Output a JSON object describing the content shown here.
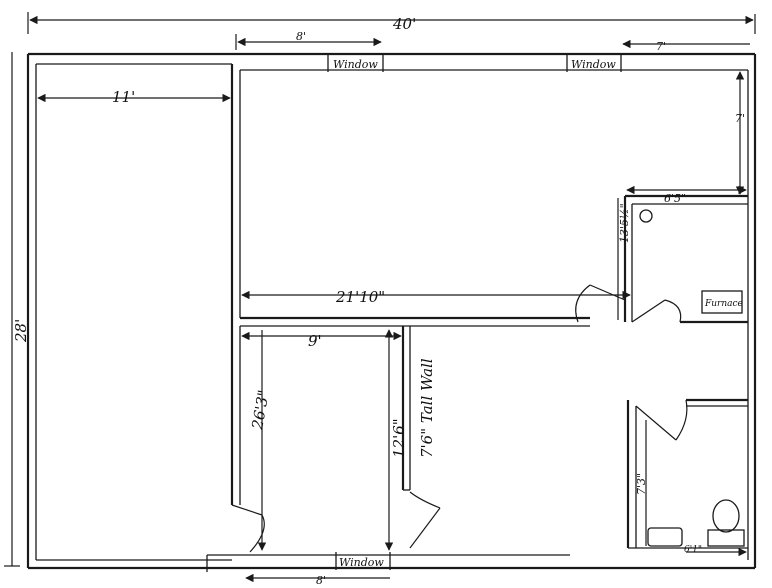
{
  "dimensions": {
    "overall_width": "40'",
    "overall_depth": "28'",
    "left_room_width": "11'",
    "main_to_window": "8'",
    "window_to_right": "7'",
    "main_room_length": "21'10\"",
    "main_room_right": "7'",
    "closet_width": "6'5\"",
    "closet_depth": "13'5½\"",
    "lower_room_width": "9'",
    "lower_room_depth": "26'3\"",
    "hall_length": "12'6\"",
    "bath_depth": "7'3\"",
    "bath_fixture": "6'1\"",
    "bottom_window_offset": "8'"
  },
  "labels": {
    "window_top_left": "Window",
    "window_top_right": "Window",
    "window_bottom": "Window",
    "tall_wall": "7'6\" Tall Wall",
    "furnace": "Furnace"
  }
}
